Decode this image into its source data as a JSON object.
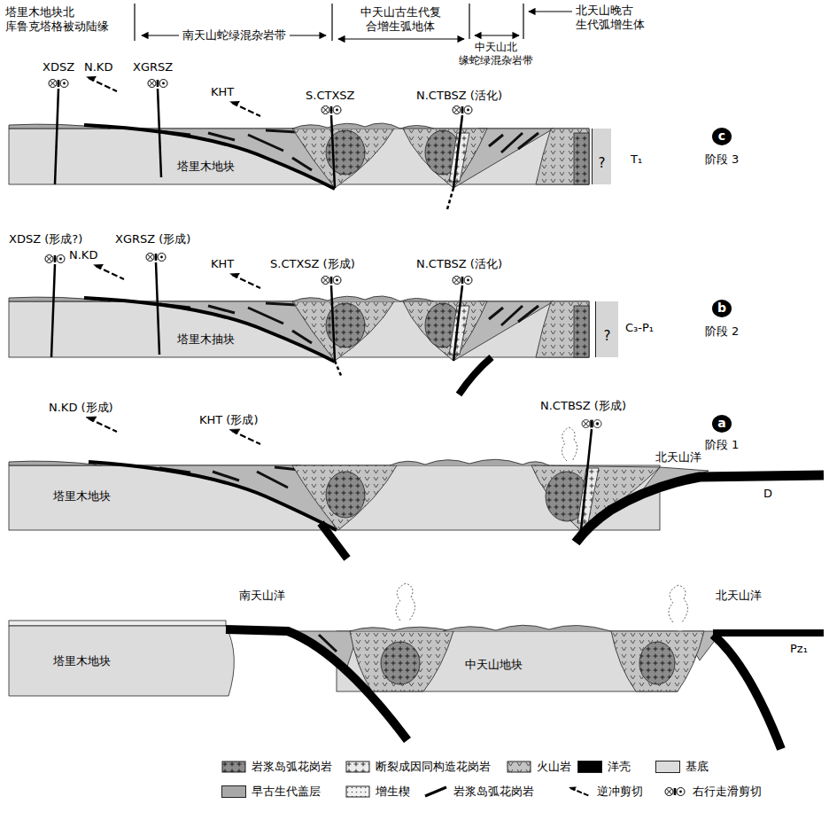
{
  "diagram": {
    "nodes": [
      {
        "text": [
          "?"
        ]
      },
      {
        "text": [
          "c"
        ]
      },
      {
        "text": [
          "?"
        ]
      },
      {
        "text": [
          "b"
        ]
      },
      {
        "text": [
          "a"
        ]
      }
    ],
    "labels": [
      "塔里木地块北 库鲁克塔格被动陆缘",
      "南天山蛇绿混杂岩带",
      "中天山古生代复 合增生弧地体",
      "中天山北 缘蛇绿混杂岩带",
      "北天山晚古 生代弧增生体",
      "XDSZ",
      "N.KD",
      "XGRSZ",
      "KHT",
      "S.CTXSZ",
      "N.CTBSZ (活化)",
      "塔里木地块",
      "T₁",
      "阶段 3",
      "XDSZ (形成?)",
      "N.KD",
      "XGRSZ (形成)",
      "KHT",
      "S.CTXSZ (形成)",
      "N.CTBSZ (活化)",
      "塔里木抽块",
      "C₃-P₁",
      "阶段 2",
      "N.KD (形成)",
      "KHT (形成)",
      "N.CTBSZ (形成)",
      "北天山洋",
      "塔里木地块",
      "D",
      "阶段 1",
      "塔里木地块",
      "南天山洋",
      "中天山地块",
      "北天山洋",
      "Pz₁"
    ],
    "legend": [
      {
        "text": "岩浆岛弧花岗岩"
      },
      {
        "text": "断裂成因同构造花岗岩"
      },
      {
        "text": "火山岩"
      },
      {
        "text": "洋壳",
        "color": "#000000"
      },
      {
        "text": "基底",
        "color": "#dcdcdc"
      },
      {
        "text": "早古生代盖层",
        "color": "#a8a8a8"
      },
      {
        "text": "增生楔"
      },
      {
        "text": "岩浆岛弧花岗岩"
      },
      {
        "text": "逆冲剪切"
      },
      {
        "text": "右行走滑剪切"
      }
    ]
  }
}
